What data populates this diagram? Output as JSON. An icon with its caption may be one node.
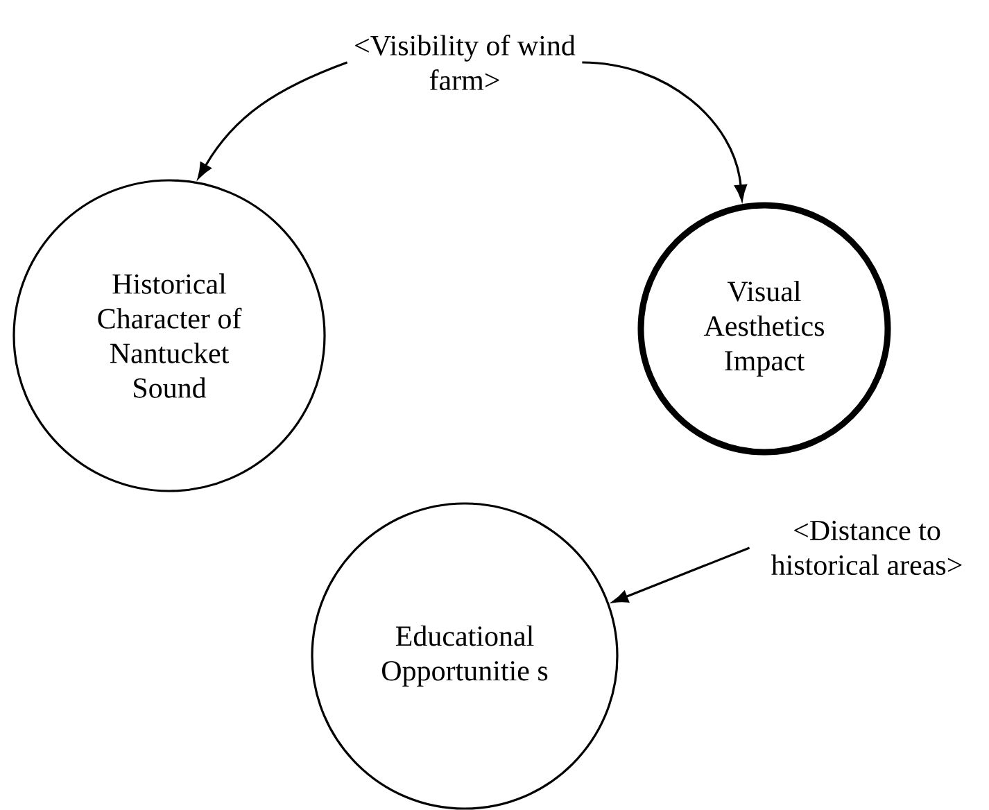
{
  "diagram": {
    "nodes": [
      {
        "text": [
          "<Visibility of wind farm>"
        ]
      },
      {
        "text": [
          "Historical Character of Nantucket Sound"
        ]
      },
      {
        "text": [
          "Visual Aesthetics Impact"
        ]
      },
      {
        "text": [
          "<Distance to historical areas>"
        ]
      },
      {
        "text": [
          "Educational Opportunitie s"
        ]
      }
    ],
    "edges": [
      {
        "from": 0,
        "to": 1,
        "arrow": "to"
      },
      {
        "from": 0,
        "to": 2,
        "arrow": "to"
      },
      {
        "from": 3,
        "to": 4,
        "arrow": "to"
      }
    ]
  }
}
